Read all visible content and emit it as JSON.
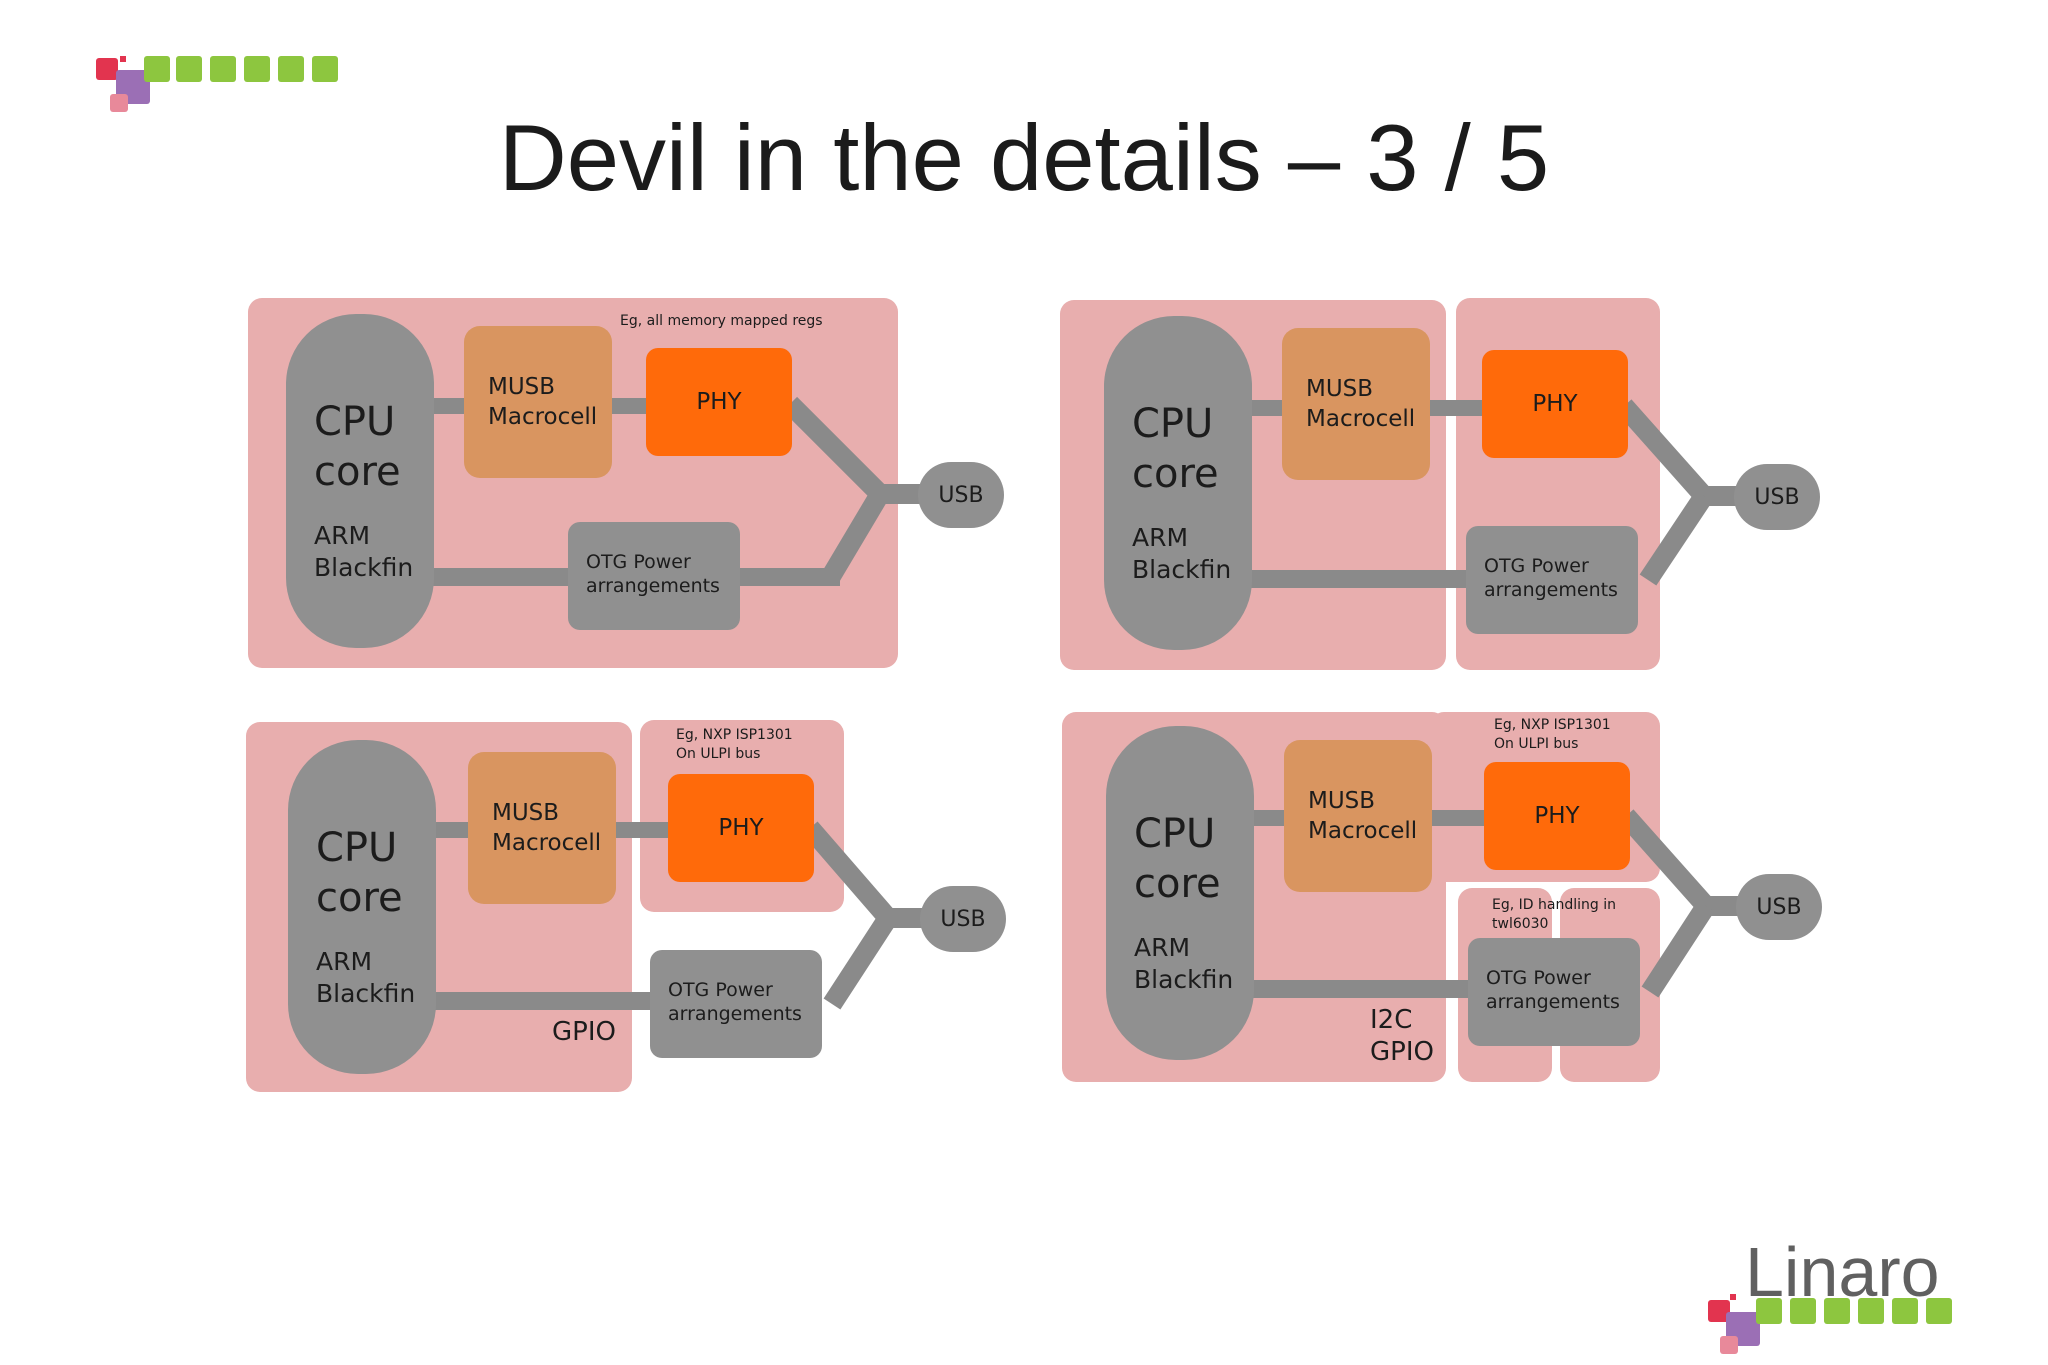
{
  "slide": {
    "title": "Devil in the details – 3 / 5"
  },
  "blocks": {
    "cpu_big": [
      "CPU",
      "core"
    ],
    "cpu_small": [
      "ARM",
      "Blackfin"
    ],
    "musb": [
      "MUSB",
      "Macrocell"
    ],
    "phy": "PHY",
    "otg": [
      "OTG Power",
      "arrangements"
    ],
    "usb": "USB"
  },
  "notes": {
    "memory_mapped": "Eg, all memory mapped regs",
    "nxp": [
      "Eg, NXP ISP1301",
      "On ULPI bus"
    ],
    "twl": [
      "Eg, ID handling in",
      "twl6030"
    ]
  },
  "labels": {
    "gpio": "GPIO",
    "i2c": "I2C"
  },
  "logo": {
    "text": "Linaro"
  },
  "colors": {
    "panel": "#e8aeae",
    "grey": "#909090",
    "musb": "#d99560",
    "phy": "#ff6a0a",
    "logo_green": "#8dc63f",
    "logo_red": "#e2344f",
    "logo_purple": "#9b6fb5"
  }
}
